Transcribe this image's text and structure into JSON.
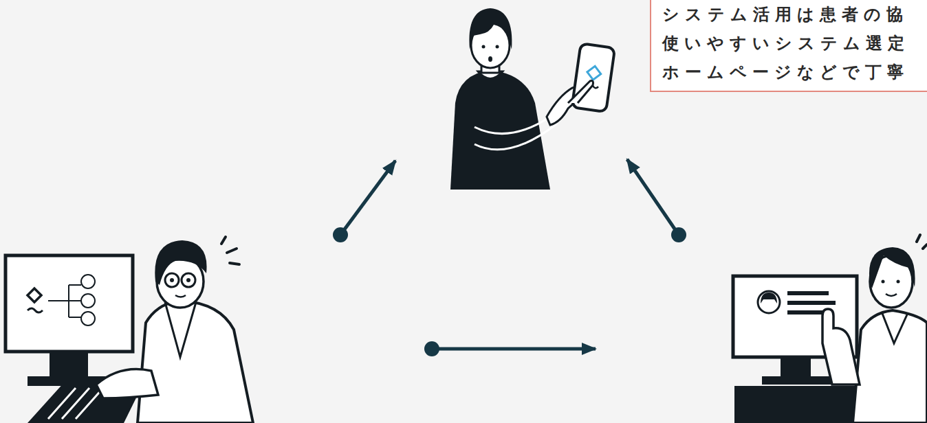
{
  "diagram": {
    "nodes": [
      {
        "text": [
          "システム活用は患者の協",
          "使いやすいシステム選定",
          "ホームページなどで丁寧"
        ]
      }
    ]
  }
}
